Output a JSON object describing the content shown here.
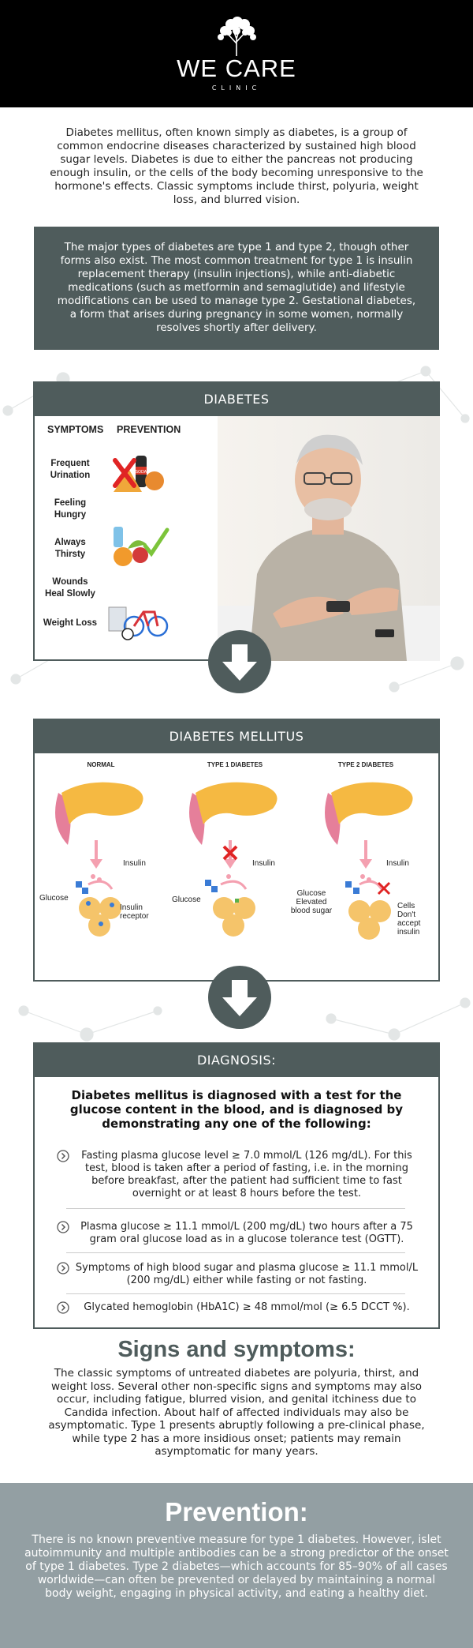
{
  "logo": {
    "name": "WE CARE",
    "sub": "CLINIC"
  },
  "intro": "Diabetes mellitus, often known simply as diabetes, is a group of common endocrine diseases characterized by sustained high blood sugar levels. Diabetes is due to either the pancreas not producing enough insulin, or the cells of the body becoming unresponsive to the hormone's effects. Classic symptoms include thirst, polyuria, weight loss, and blurred vision.",
  "types_box": "The major types of diabetes are type 1 and type 2, though other forms also exist. The most common treatment for type 1 is insulin replacement therapy (insulin injections), while anti-diabetic medications (such as metformin and semaglutide) and lifestyle modifications can be used to manage type 2. Gestational diabetes, a form that arises during pregnancy in some women, normally resolves shortly after delivery.",
  "panel1": {
    "title": "DIABETES",
    "symptoms_head": "SYMPTOMS",
    "prevention_head": "PREVENTION",
    "symptoms": [
      "Frequent Urination",
      "Feeling Hungry",
      "Always Thirsty",
      "Wounds Heal Slowly",
      "Weight Loss"
    ],
    "soda_label": "SODA",
    "prevention_icons": [
      "junk-food-icon",
      "fruit-icon",
      "exercise-icon"
    ]
  },
  "panel2": {
    "title": "DIABETES MELLITUS",
    "columns": [
      "NORMAL",
      "TYPE 1 DIABETES",
      "TYPE 2 DIABETES"
    ],
    "labels": {
      "insulin": "Insulin",
      "glucose": "Glucose",
      "receptor": "Insulin receptor",
      "elevated": "Glucose Elevated blood sugar",
      "cells_dont": "Cells Don't accept insulin"
    }
  },
  "panel3": {
    "title": "DIAGNOSIS:",
    "intro": "Diabetes mellitus is diagnosed with a test for the glucose content in the blood, and is diagnosed by demonstrating any one of the following:",
    "criteria": [
      "Fasting plasma glucose level ≥ 7.0 mmol/L (126 mg/dL). For this test, blood is taken after a period of fasting, i.e. in the morning before breakfast, after the patient had sufficient time to fast overnight or at least 8 hours before the test.",
      "Plasma glucose ≥ 11.1 mmol/L (200 mg/dL) two hours after a 75 gram oral glucose load as in a glucose tolerance test (OGTT).",
      "Symptoms of high blood sugar and plasma glucose ≥ 11.1 mmol/L (200 mg/dL) either while fasting or not fasting.",
      "Glycated hemoglobin (HbA1C) ≥ 48 mmol/mol (≥ 6.5 DCCT %)."
    ]
  },
  "signs": {
    "title": "Signs and symptoms:",
    "body": "The classic symptoms of untreated diabetes are polyuria, thirst, and weight loss. Several other non-specific signs and symptoms may also occur, including fatigue, blurred vision, and genital itchiness due to Candida infection. About half of affected individuals may also be asymptomatic. Type 1 presents abruptly following a pre-clinical phase, while type 2 has a more insidious onset; patients may remain asymptomatic for many years."
  },
  "prevention": {
    "title": "Prevention:",
    "body": "There is no known preventive measure for type 1 diabetes. However, islet autoimmunity and multiple antibodies can be a strong predictor of the onset of type 1 diabetes. Type 2 diabetes—which accounts for 85–90% of all cases worldwide—can often be prevented or delayed by maintaining a normal body weight, engaging in physical activity, and eating a healthy diet."
  },
  "colors": {
    "slate": "#4f5c5c",
    "prevention_bg": "#939fa3",
    "pancreas": "#f5b942",
    "intestine": "#e57f9a"
  }
}
